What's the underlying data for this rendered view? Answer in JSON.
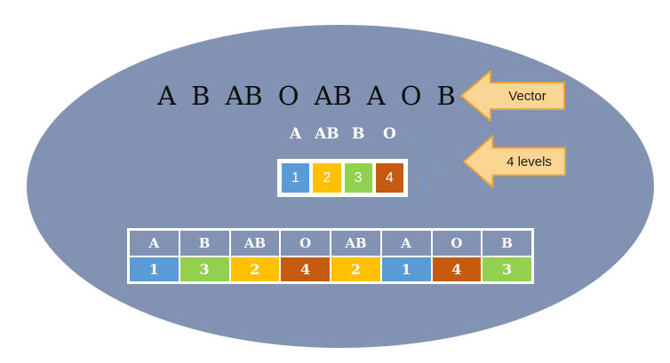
{
  "vector": {
    "items": [
      "A",
      "B",
      "AB",
      "O",
      "AB",
      "A",
      "O",
      "B"
    ]
  },
  "levels": {
    "labels": [
      "A",
      "AB",
      "B",
      "O"
    ],
    "codes": [
      "1",
      "2",
      "3",
      "4"
    ]
  },
  "callouts": {
    "vector_label": "Vector",
    "levels_label": "4 levels"
  },
  "mapping_table": {
    "headers": [
      "A",
      "B",
      "AB",
      "O",
      "AB",
      "A",
      "O",
      "B"
    ],
    "values": [
      "1",
      "3",
      "2",
      "4",
      "2",
      "1",
      "4",
      "3"
    ]
  },
  "colors": {
    "ellipse_fill": "#8192B3",
    "code_1": "#5B9BD5",
    "code_2": "#FFC000",
    "code_3": "#92D050",
    "code_4": "#C55A11",
    "arrow_fill": "#FBD593",
    "arrow_border": "#E8A33D",
    "brace_stroke": "#6F9BD1"
  }
}
